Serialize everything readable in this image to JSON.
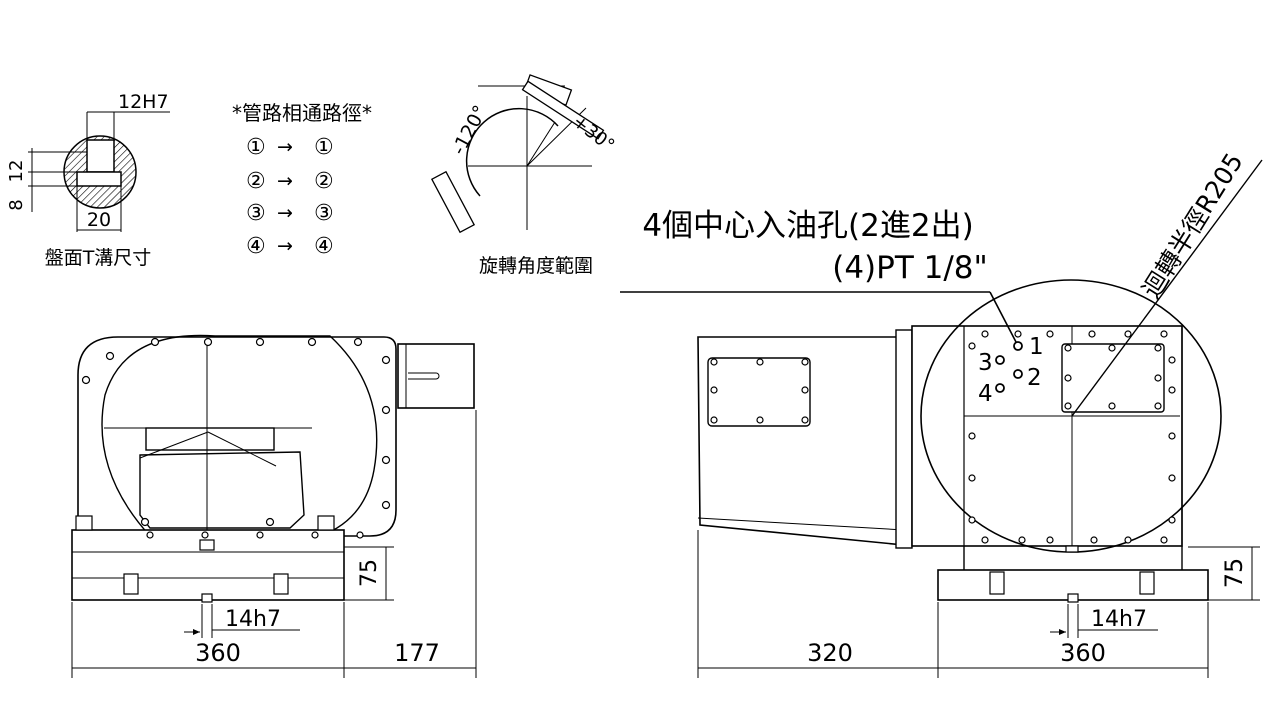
{
  "labels": {
    "slot_width": "12H7",
    "slot_depth": "12",
    "slot_offset": "8",
    "slot_bottom": "20",
    "slot_caption": "盤面T溝尺寸",
    "pipe_caption": "*管路相通路徑*",
    "angle_minus": "-120°",
    "angle_plus": "+30°",
    "angle_caption": "旋轉角度範圍",
    "oil_line1": "4個中心入油孔(2進2出)",
    "oil_line2": "(4)PT 1/8\"",
    "radius_label": "迴轉半徑R205",
    "dim_75_left": "75",
    "dim_14h7_left": "14h7",
    "dim_360_left": "360",
    "dim_177": "177",
    "dim_75_right": "75",
    "dim_14h7_right": "14h7",
    "dim_320": "320",
    "dim_360_right": "360",
    "port_1": "1",
    "port_2": "2",
    "port_3": "3",
    "port_4": "4"
  },
  "pipe_paths": [
    {
      "from": "①",
      "arrow": "→",
      "to": "①"
    },
    {
      "from": "②",
      "arrow": "→",
      "to": "②"
    },
    {
      "from": "③",
      "arrow": "→",
      "to": "③"
    },
    {
      "from": "④",
      "arrow": "→",
      "to": "④"
    }
  ]
}
